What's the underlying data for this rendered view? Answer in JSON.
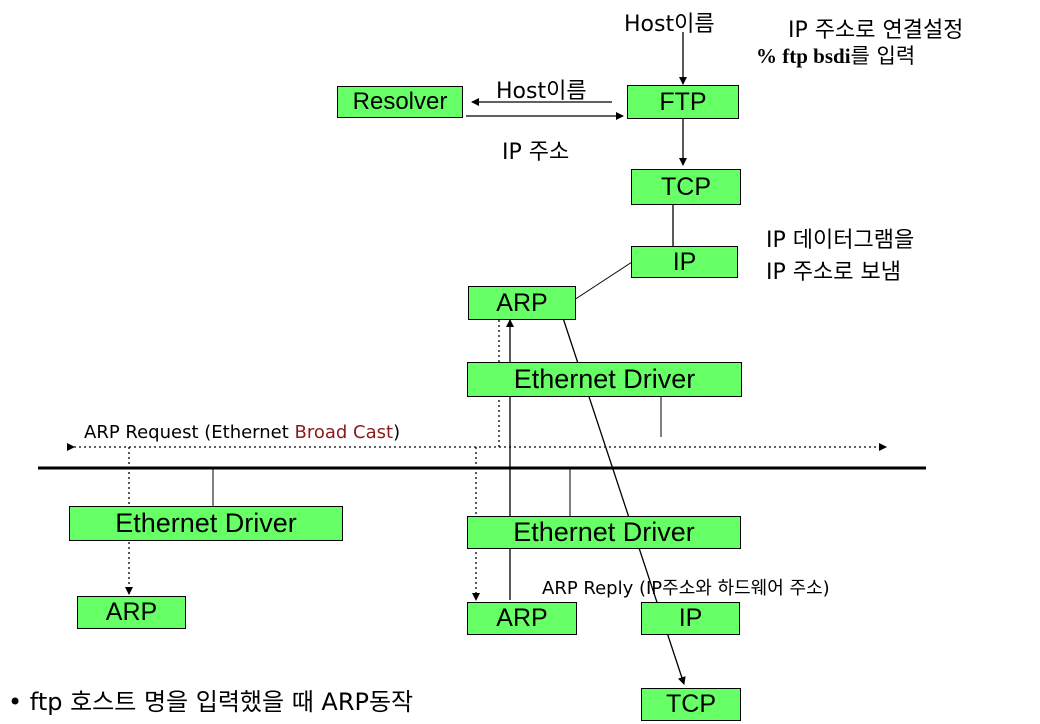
{
  "labels": {
    "host_top": "Host이름",
    "connect_line1": "IP 주소로 연결설정",
    "connect_cmd": "% ftp bsdi",
    "connect_cmd_suffix": "를 입력",
    "host_arrow": "Host이름",
    "ip_addr_arrow": "IP 주소",
    "datagram_line1": "IP 데이터그램을",
    "datagram_line2": "IP 주소로 보냄",
    "arp_request_prefix": "ARP Request (Ethernet ",
    "arp_request_broadcast": "Broad Cast",
    "arp_request_suffix": ")",
    "arp_reply": "ARP Reply (IP주소와 하드웨어 주소)",
    "caption_bullet": "•",
    "caption": "ftp 호스트 명을 입력했을 때 ARP동작"
  },
  "boxes": {
    "resolver": "Resolver",
    "ftp": "FTP",
    "tcp_top": "TCP",
    "ip_top": "IP",
    "arp_top": "ARP",
    "eth_right_top": "Ethernet Driver",
    "eth_left": "Ethernet Driver",
    "arp_left": "ARP",
    "eth_right_bottom": "Ethernet Driver",
    "arp_right_bottom": "ARP",
    "ip_bottom": "IP",
    "tcp_bottom": "TCP"
  },
  "colors": {
    "box_fill": "#66ff66",
    "broadcast_text": "#8b1a1a"
  }
}
